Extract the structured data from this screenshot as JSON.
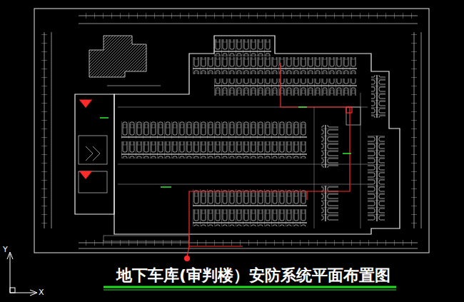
{
  "diagram": {
    "title": "地下车库(审判楼）安防系统平面布置图",
    "labels": [
      "Y",
      "X"
    ]
  }
}
